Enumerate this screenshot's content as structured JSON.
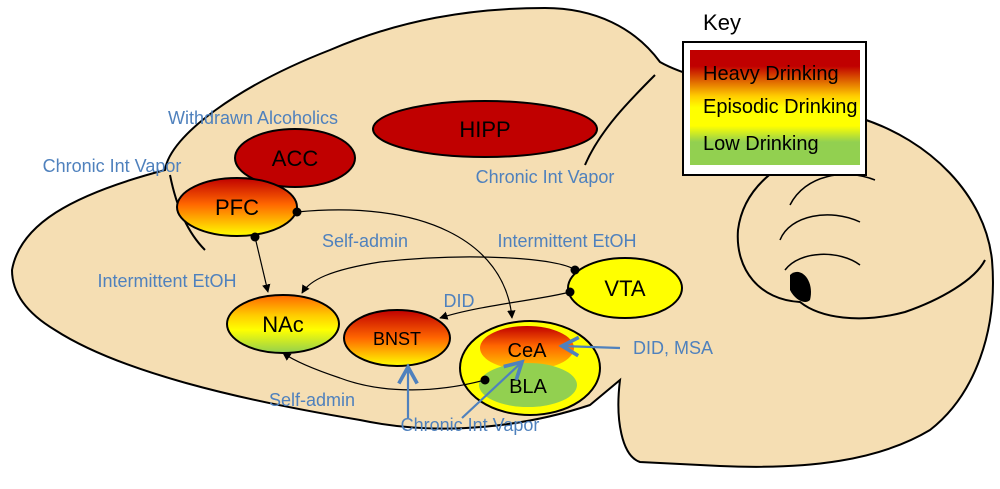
{
  "colors": {
    "brain_fill": "#f5deb3",
    "outline": "#000000",
    "heavy": "#c00000",
    "episodic": "#ffff00",
    "low": "#92d050",
    "orange": "#ff6600",
    "annotation_blue": "#4f81bd"
  },
  "regions": {
    "hipp": "HIPP",
    "acc": "ACC",
    "pfc": "PFC",
    "nac": "NAc",
    "bnst": "BNST",
    "vta": "VTA",
    "cea": "CeA",
    "bla": "BLA"
  },
  "annotations": {
    "withdrawn_alcoholics": "Withdrawn Alcoholics",
    "chronic_int_vapor_pfc": "Chronic Int Vapor",
    "chronic_int_vapor_hipp": "Chronic Int Vapor",
    "intermittent_etoh_nac": "Intermittent EtOH",
    "intermittent_etoh_vta": "Intermittent EtOH",
    "self_admin_top": "Self-admin",
    "self_admin_bottom": "Self-admin",
    "did": "DID",
    "did_msa": "DID, MSA",
    "chronic_int_vapor_bottom": "Chronic Int Vapor"
  },
  "key": {
    "title": "Key",
    "items": [
      "Heavy Drinking",
      "Episodic Drinking",
      "Low Drinking"
    ]
  }
}
